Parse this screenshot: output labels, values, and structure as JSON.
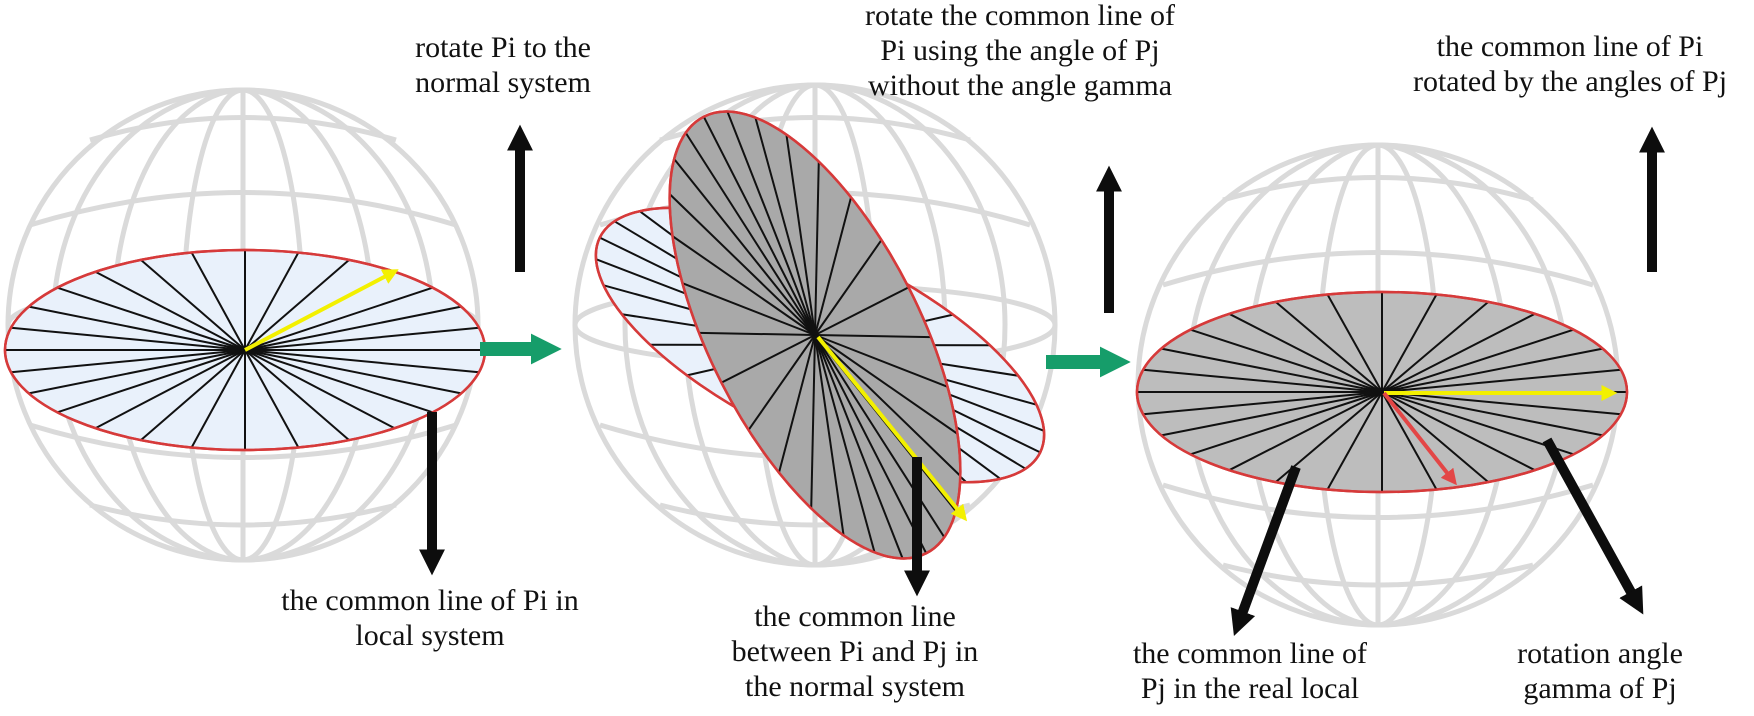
{
  "colors": {
    "grid": "#dadada",
    "rim": "#d63a3a",
    "disk_light": "#e9f1fb",
    "disk_gray": "#bdbdbd",
    "disk_gray_dark": "#a9a9a9",
    "spoke": "#111111",
    "arrow_black": "#0d0d0d",
    "arrow_green": "#169d6a",
    "vector_yellow": "#f3f000",
    "vector_red": "#e34646"
  },
  "labels": {
    "rotate_pi": [
      "rotate Pi to the",
      "normal system"
    ],
    "common_line_local": [
      "the common line of Pi in",
      "local system"
    ],
    "rotate_common_line": [
      "rotate the common line of",
      "Pi using the angle of Pj",
      "without the angle gamma"
    ],
    "common_line_between": [
      "the common line",
      "between Pi and Pj in",
      "the normal system"
    ],
    "rotated_by_angles": [
      "the common line of Pi",
      "rotated by the angles of Pj"
    ],
    "common_line_pj": [
      "the common line of",
      "Pj in the real local"
    ],
    "rotation_gamma": [
      "rotation angle",
      "gamma of Pj"
    ]
  }
}
